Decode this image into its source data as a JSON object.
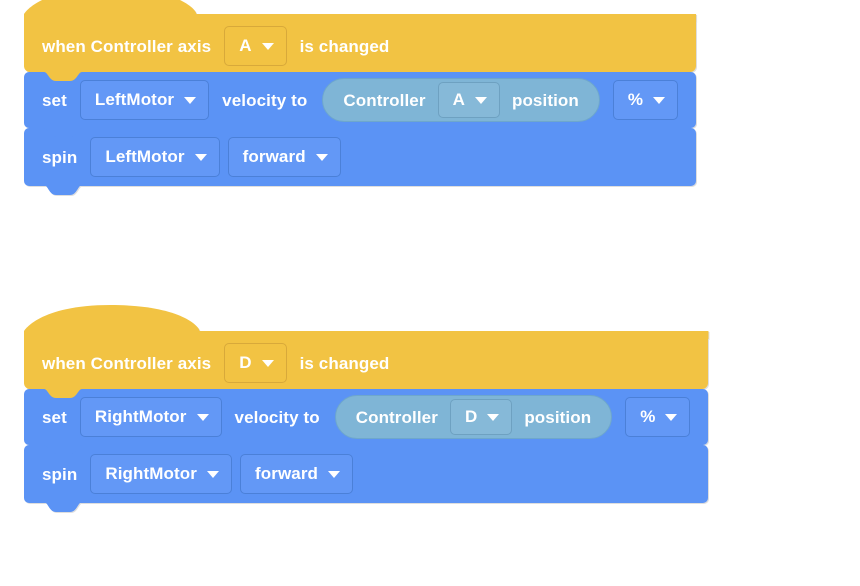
{
  "app": {
    "name": "vexcode-block-workspace",
    "background_color": "#ffffff"
  },
  "colors": {
    "event_hat": "#f2c343",
    "motion_stack": "#5b93f5",
    "controller_reporter": "#7fb5d6",
    "field_on_blue": "#6398f6",
    "field_on_yellow": "#f2c343",
    "field_on_teal": "#86b9d8",
    "text": "#ffffff"
  },
  "icons": {
    "caret": "chevron-down-icon"
  },
  "scripts": [
    {
      "id": "script-left-motor",
      "hat": {
        "text_before": "when Controller axis",
        "axis_value": "A",
        "text_after": "is changed"
      },
      "set_block": {
        "keyword": "set",
        "motor_value": "LeftMotor",
        "middle_text": "velocity to",
        "reporter": {
          "prefix": "Controller",
          "axis_value": "A",
          "suffix": "position"
        },
        "unit_value": "%"
      },
      "spin_block": {
        "keyword": "spin",
        "motor_value": "LeftMotor",
        "direction_value": "forward"
      }
    },
    {
      "id": "script-right-motor",
      "hat": {
        "text_before": "when Controller axis",
        "axis_value": "D",
        "text_after": "is changed"
      },
      "set_block": {
        "keyword": "set",
        "motor_value": "RightMotor",
        "middle_text": "velocity to",
        "reporter": {
          "prefix": "Controller",
          "axis_value": "D",
          "suffix": "position"
        },
        "unit_value": "%"
      },
      "spin_block": {
        "keyword": "spin",
        "motor_value": "RightMotor",
        "direction_value": "forward"
      }
    }
  ]
}
